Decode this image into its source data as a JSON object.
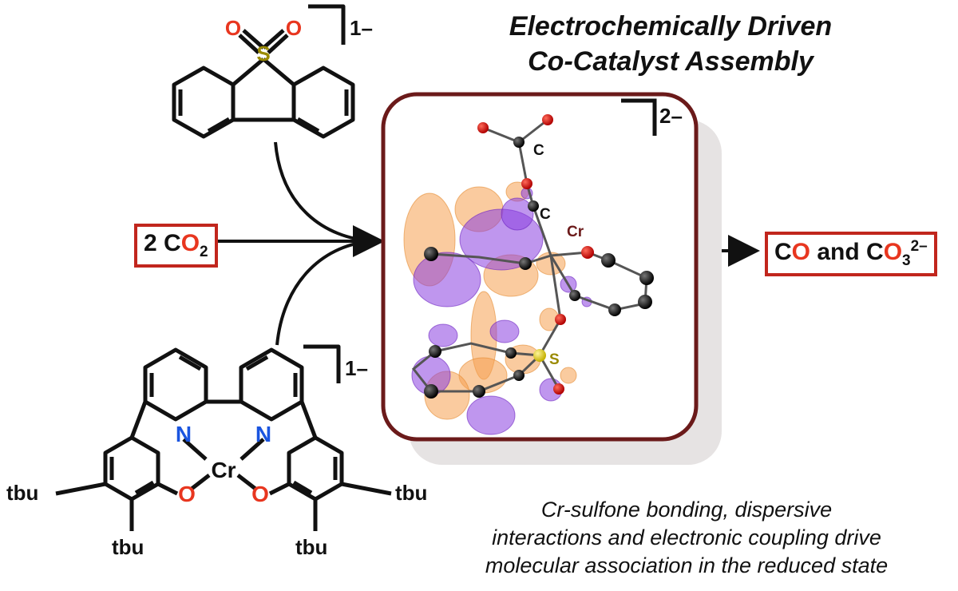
{
  "title": {
    "line1": "Electrochemically Driven",
    "line2": "Co-Catalyst Assembly"
  },
  "caption": {
    "line1": "Cr-sulfone bonding, dispersive",
    "line2": "interactions and electronic coupling drive",
    "line3": "molecular association in the reduced state"
  },
  "reactant": {
    "prefix": "2 C",
    "o": "O",
    "sub": "2"
  },
  "product": {
    "c1": "C",
    "o1": "O",
    "mid": " and C",
    "o2": "O",
    "sub": "3",
    "sup": "2–"
  },
  "sulfone": {
    "charge": "1–",
    "atoms": {
      "s": "S",
      "o": "O"
    }
  },
  "cr_complex": {
    "charge": "1–",
    "atoms": {
      "cr": "Cr",
      "n": "N",
      "o": "O"
    },
    "substituent": "tbu"
  },
  "adduct": {
    "charge": "2–",
    "labels": {
      "c_top": "C",
      "c_mid": "C",
      "cr": "Cr",
      "s": "S"
    }
  },
  "colors": {
    "oxygen": "#e8361f",
    "nitrogen": "#1a55e0",
    "sulfur": "#9a8a00",
    "box_border": "#c1261d",
    "panel_border": "#6b1a1a",
    "orbital_orange": "#f6a050",
    "orbital_purple": "#8a3fe0"
  }
}
